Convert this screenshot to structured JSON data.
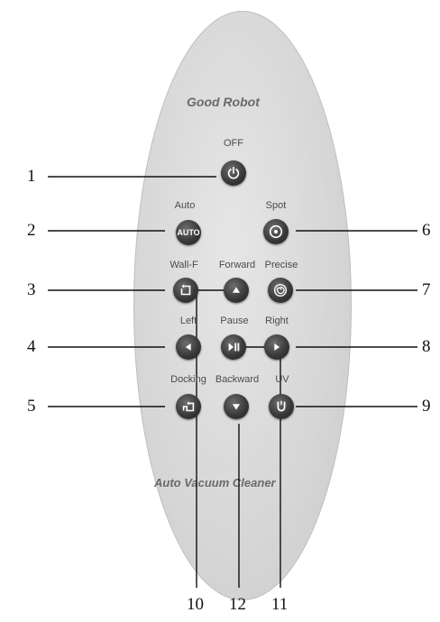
{
  "brand_top": "Good Robot",
  "brand_bottom": "Auto Vacuum Cleaner",
  "buttons": [
    {
      "id": "off",
      "label": "OFF",
      "icon": "power-icon"
    },
    {
      "id": "auto",
      "label": "Auto",
      "icon": "auto-text-icon",
      "icon_text": "AUTO"
    },
    {
      "id": "spot",
      "label": "Spot",
      "icon": "spot-circle-icon"
    },
    {
      "id": "wall-f",
      "label": "Wall-F",
      "icon": "wall-follow-icon"
    },
    {
      "id": "forward",
      "label": "Forward",
      "icon": "arrow-up-icon"
    },
    {
      "id": "precise",
      "label": "Precise",
      "icon": "spiral-icon"
    },
    {
      "id": "left",
      "label": "Left",
      "icon": "arrow-left-icon"
    },
    {
      "id": "pause",
      "label": "Pause",
      "icon": "play-pause-icon"
    },
    {
      "id": "right",
      "label": "Right",
      "icon": "arrow-right-icon"
    },
    {
      "id": "docking",
      "label": "Docking",
      "icon": "docking-icon"
    },
    {
      "id": "backward",
      "label": "Backward",
      "icon": "arrow-down-icon"
    },
    {
      "id": "uv",
      "label": "UV",
      "icon": "uv-icon"
    }
  ],
  "callouts": [
    "1",
    "2",
    "3",
    "4",
    "5",
    "6",
    "7",
    "8",
    "9",
    "10",
    "12",
    "11"
  ],
  "colors": {
    "body": "#d6d6d6",
    "button": "#3a3a3a",
    "label": "#4a4a4a",
    "line": "#111111"
  }
}
